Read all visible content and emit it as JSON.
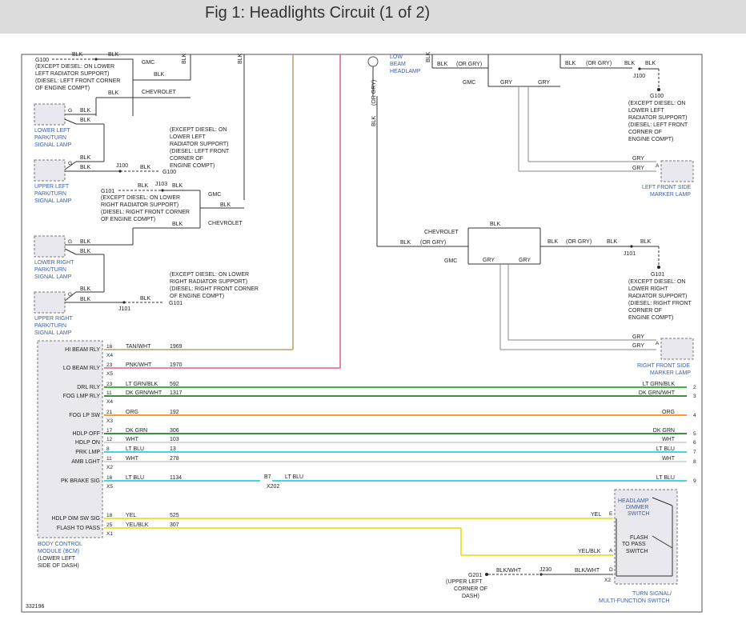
{
  "title": "Fig 1: Headlights Circuit (1 of 2)",
  "figure_id": "332196",
  "colors": {
    "tan": "#b8a070",
    "pink": "#e06080",
    "green": "#009900",
    "darkgreen": "#006600",
    "orange": "#f07800",
    "lightblue": "#00c8e0",
    "yellow": "#e8d800",
    "gray": "#888888",
    "label_blue": "#3a5fa8"
  },
  "top_left": {
    "g100_note": [
      "(EXCEPT DIESEL: ON LOWER",
      "LEFT RADIATOR SUPPORT)",
      "(DIESEL: LEFT FRONT CORNER",
      "OF ENGINE COMPT)"
    ],
    "g100_label": "G100",
    "blk": "BLK",
    "gmc": "GMC",
    "chevrolet": "CHEVROLET"
  },
  "lamps": {
    "lower_left": [
      "LOWER LEFT",
      "PARK/TURN",
      "SIGNAL LAMP"
    ],
    "upper_left": [
      "UPPER LEFT",
      "PARK/TURN",
      "SIGNAL LAMP"
    ],
    "lower_right": [
      "LOWER RIGHT",
      "PARK/TURN",
      "SIGNAL LAMP"
    ],
    "upper_right": [
      "UPPER RIGHT",
      "PARK/TURN",
      "SIGNAL LAMP"
    ],
    "low_beam": [
      "LOW",
      "BEAM",
      "HEADLAMP"
    ],
    "left_marker": [
      "LEFT FRONT SIDE",
      "MARKER LAMP"
    ],
    "right_marker": [
      "RIGHT FRONT SIDE",
      "MARKER LAMP"
    ]
  },
  "splices": {
    "j100": "J100",
    "j101": "J101",
    "j103": "J103",
    "j230": "J230",
    "g100": "G100",
    "g101": "G101",
    "g201": "G201"
  },
  "notes": {
    "g100_mid": [
      "(EXCEPT DIESEL: ON",
      "LOWER LEFT",
      "RADIATOR SUPPORT)",
      "(DIESEL: LEFT FRONT",
      "CORNER OF",
      "ENGINE COMPT)"
    ],
    "g101_mid": [
      "(EXCEPT DIESEL: ON LOWER",
      "RIGHT RADIATOR SUPPORT)",
      "(DIESEL: RIGHT FRONT CORNER",
      "OF ENGINE COMPT)"
    ],
    "g101_low": [
      "(EXCEPT DIESEL: ON LOWER",
      "RIGHT RADIATOR SUPPORT)",
      "(DIESEL: RIGHT FRONT CORNER",
      "OF ENGINE COMPT)"
    ],
    "g100_right": [
      "(EXCEPT DIESEL: ON",
      "LOWER LEFT",
      "RADIATOR SUPPORT)",
      "(DIESEL: LEFT FRONT",
      "CORNER OF",
      "ENGINE COMPT)"
    ],
    "g101_right": [
      "(EXCEPT DIESEL: ON",
      "LOWER RIGHT",
      "RADIATOR SUPPORT)",
      "(DIESEL: RIGHT FRONT",
      "CORNER OF",
      "ENGINE COMPT)"
    ],
    "g201": [
      "(UPPER LEFT",
      "CORNER OF",
      "DASH)"
    ]
  },
  "wire_labels": {
    "blk": "BLK",
    "gry": "GRY",
    "blk_or_gry": "(OR GRY)",
    "blk_or_gry_v": "(OR GRY)",
    "gmc": "GMC",
    "chevrolet": "CHEVROLET",
    "g": "G",
    "a": "A"
  },
  "bcm": {
    "label": [
      "BODY CONTROL",
      "MODULE (BCM)",
      "(LOWER LEFT",
      "SIDE OF DASH)"
    ],
    "pins": [
      {
        "name": "HI BEAM RLY",
        "pin": "16",
        "conn": "X4",
        "color": "TAN/WHT",
        "circuit": "1969",
        "right_color": "",
        "idx": ""
      },
      {
        "name": "LO BEAM RLY",
        "pin": "23",
        "conn": "X5",
        "color": "PNK/WHT",
        "circuit": "1970",
        "right_color": "",
        "idx": ""
      },
      {
        "name": "DRL RLY",
        "pin": "23",
        "conn": "",
        "color": "LT GRN/BLK",
        "circuit": "592",
        "right_color": "LT GRN/BLK",
        "idx": "2"
      },
      {
        "name": "FOG LMP RLY",
        "pin": "11",
        "conn": "X4",
        "color": "DK GRN/WHT",
        "circuit": "1317",
        "right_color": "DK GRN/WHT",
        "idx": "3"
      },
      {
        "name": "FOG LP SW",
        "pin": "21",
        "conn": "X3",
        "color": "ORG",
        "circuit": "192",
        "right_color": "ORG",
        "idx": "4"
      },
      {
        "name": "HDLP OFF",
        "pin": "17",
        "conn": "",
        "color": "DK GRN",
        "circuit": "306",
        "right_color": "DK GRN",
        "idx": "5"
      },
      {
        "name": "HDLP ON",
        "pin": "12",
        "conn": "",
        "color": "WHT",
        "circuit": "103",
        "right_color": "WHT",
        "idx": "6"
      },
      {
        "name": "PRK LMP",
        "pin": "8",
        "conn": "",
        "color": "LT BLU",
        "circuit": "13",
        "right_color": "LT BLU",
        "idx": "7"
      },
      {
        "name": "AMB LGHT",
        "pin": "11",
        "conn": "X2",
        "color": "WHT",
        "circuit": "278",
        "right_color": "WHT",
        "idx": "8"
      },
      {
        "name": "PK BRAKE SIG",
        "pin": "16",
        "conn": "X5",
        "color": "LT BLU",
        "circuit": "1134",
        "right_color": "LT BLU",
        "idx": "9"
      },
      {
        "name": "HDLP DIM SW SIG",
        "pin": "18",
        "conn": "",
        "color": "YEL",
        "circuit": "525",
        "right_color": "",
        "idx": ""
      },
      {
        "name": "FLASH TO PASS",
        "pin": "25",
        "conn": "X1",
        "color": "YEL/BLK",
        "circuit": "307",
        "right_color": "",
        "idx": ""
      }
    ]
  },
  "connector_b7": {
    "pin": "B7",
    "conn": "X202",
    "color": "LT BLU"
  },
  "switch": {
    "dimmer": [
      "HEADLAMP",
      "DIMMER",
      "SWITCH"
    ],
    "flash": [
      "FLASH",
      "TO PASS",
      "SWITCH"
    ],
    "label": [
      "TURN SIGNAL/",
      "MULTI-FUNCTION SWITCH"
    ],
    "pin_e": "E",
    "pin_a": "A",
    "pin_d": "D",
    "conn": "X2",
    "yel": "YEL",
    "yel_blk": "YEL/BLK",
    "blk_wht": "BLK/WHT"
  }
}
